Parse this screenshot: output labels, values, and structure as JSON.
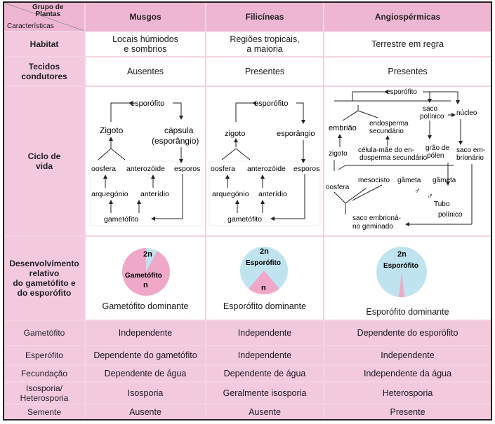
{
  "header": {
    "group_label": "Grupo de",
    "group_label2": "Plantas",
    "characteristics_label": "Características",
    "columns": [
      "Musgos",
      "Filicíneas",
      "Angiospérmicas"
    ]
  },
  "rows": {
    "habitat": {
      "label": "Habitat",
      "musgos_1": "Locais húmiodos",
      "musgos_2": "e sombrios",
      "filicineas_1": "Regiões tropicais,",
      "filicineas_2": "a maioria",
      "angio": "Terrestre em regra"
    },
    "tecidos": {
      "label_1": "Tecidos",
      "label_2": "condutores",
      "musgos": "Ausentes",
      "filicineas": "Presentes",
      "angio": "Presentes"
    },
    "ciclo": {
      "label_1": "Ciclo de",
      "label_2": "vida",
      "musgos": {
        "esporofito": "esporófito",
        "zigoto": "Zigoto",
        "capsula": "cápsula",
        "esporangio": "(esporângio)",
        "oosfera": "oosfera",
        "anterozoide": "anterozóide",
        "esporos": "esporos",
        "arquegonio": "arquegónio",
        "anteridio": "anterídio",
        "gametofito": "gametófito"
      },
      "filicineas": {
        "esporofito": "esporófito",
        "zigoto": "zigoto",
        "esporangio": "esporângio",
        "oosfera": "oosfera",
        "anterozoide": "anterozóide",
        "esporos": "esporos",
        "arquegonio": "arquegónio",
        "anteridio": "anterídio",
        "gametofito": "gametófito"
      },
      "angio": {
        "esporofito": "esporófito",
        "saco_1": "saco",
        "saco_2": "polínico",
        "nucleo": "núcleo",
        "embriao": "embrião",
        "endosperma_1": "endosperma",
        "endosperma_2": "secundário",
        "zigoto": "zigoto",
        "celula_1": "célula-mãe do en-",
        "celula_2": "dosperma secundário",
        "grao_1": "grão de",
        "grao_2": "pólen",
        "sacoemb_1": "saco em-",
        "sacoemb_2": "brionário",
        "oosfera": "oosfera",
        "mesocisto": "mesocisto",
        "gameta1": "gâmeta",
        "gameta2": "gâmeta",
        "tubo_1": "Tubo",
        "tubo_2": "polínico",
        "saco_gem_1": "saco embrioná-",
        "saco_gem_2": "no geminado",
        "male_symbol": "♂"
      }
    },
    "desenvolvimento": {
      "label_1": "Desenvolvimento",
      "label_2": "relativo",
      "label_3": "do gametófito e",
      "label_4": "do esporófito",
      "musgos": {
        "top": "2n",
        "main": "Gametófito",
        "sub": "n",
        "caption": "Gametófito dominante"
      },
      "filicineas": {
        "top": "2n",
        "main": "Esporófito",
        "sub": "n",
        "caption": "Esporófito dominante"
      },
      "angio": {
        "top": "2n",
        "main": "Esporófito",
        "caption": "Esporófito dominante"
      }
    },
    "gametofito": {
      "label": "Gametófito",
      "musgos": "Independente",
      "filicineas": "Independente",
      "angio": "Dependente do esporófito"
    },
    "esporofito": {
      "label": "Esperófito",
      "musgos": "Dependente do gametófito",
      "filicineas": "Independente",
      "angio": "Independente"
    },
    "fecundacao": {
      "label": "Fecundação",
      "musgos": "Dependente de água",
      "filicineas": "Dependente de água",
      "angio": "Independente da água"
    },
    "isosporia": {
      "label_1": "Isosporia/",
      "label_2": "Heterosporia",
      "musgos": "Isosporia",
      "filicineas": "Geralmente isosporia",
      "angio": "Heterosporia"
    },
    "semente": {
      "label": "Semente",
      "musgos": "Ausente",
      "filicineas": "Ausente",
      "angio": "Presente"
    }
  },
  "colors": {
    "pink": "#f3c9de",
    "pink_dark": "#eeb6d2",
    "pie_blue": "#bfe3ef",
    "pie_pink": "#f0a8c8"
  }
}
